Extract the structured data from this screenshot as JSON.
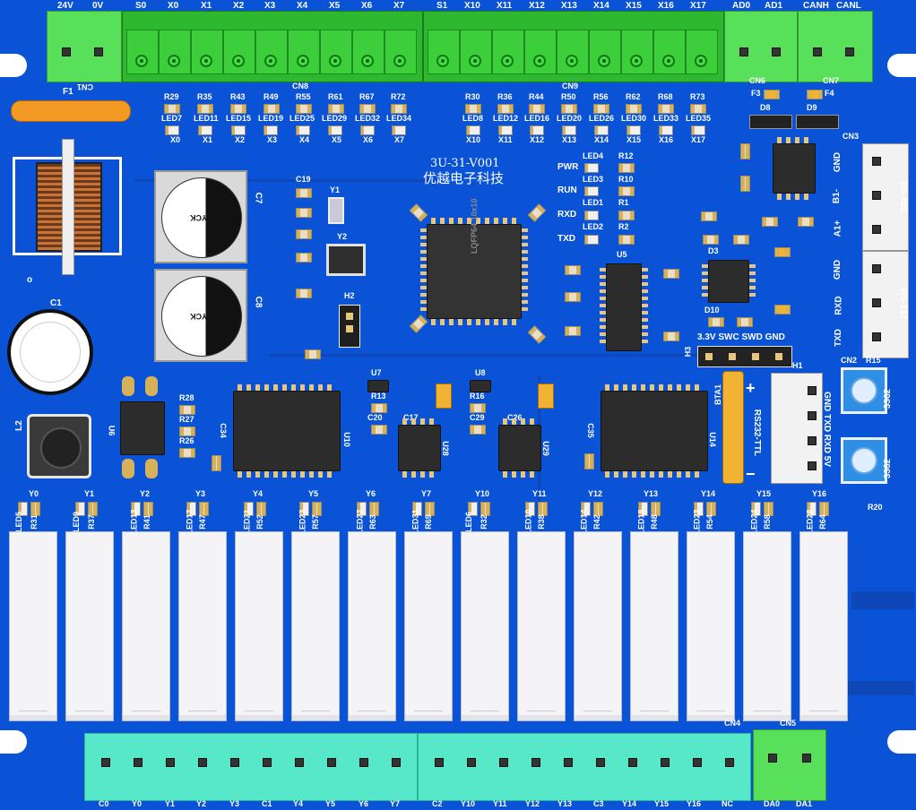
{
  "top_connectors": {
    "cn1": [
      "24V",
      "0V"
    ],
    "cn8": [
      "S0",
      "X0",
      "X1",
      "X2",
      "X3",
      "X4",
      "X5",
      "X6",
      "X7"
    ],
    "cn9": [
      "S1",
      "X10",
      "X11",
      "X12",
      "X13",
      "X14",
      "X15",
      "X16",
      "X17"
    ],
    "analog": [
      "AD0",
      "AD1"
    ],
    "can": [
      "CANH",
      "CANL"
    ],
    "cn1_label": "CN1",
    "cn8_label": "CN8",
    "cn9_label": "CN9",
    "cn6_label": "CN6",
    "cn7_label": "CN7"
  },
  "input_resistors_left": [
    "R29",
    "R35",
    "R43",
    "R49",
    "R55",
    "R61",
    "R67",
    "R72"
  ],
  "input_leds_left": [
    "LED7",
    "LED11",
    "LED15",
    "LED19",
    "LED25",
    "LED29",
    "LED32",
    "LED34"
  ],
  "input_labels_left": [
    "X0",
    "X1",
    "X2",
    "X3",
    "X4",
    "X5",
    "X6",
    "X7"
  ],
  "input_resistors_right": [
    "R30",
    "R36",
    "R44",
    "R50",
    "R56",
    "R62",
    "R68",
    "R73"
  ],
  "input_leds_right": [
    "LED8",
    "LED12",
    "LED16",
    "LED20",
    "LED26",
    "LED30",
    "LED33",
    "LED35"
  ],
  "input_labels_right": [
    "X10",
    "X11",
    "X12",
    "X13",
    "X14",
    "X15",
    "X16",
    "X17"
  ],
  "board": {
    "model": "3U-31-V001",
    "maker": "优越电子科技",
    "mcu_marking": "LQFP64 10x10",
    "fuse": "F1",
    "c1": "C1",
    "l2": "L2",
    "u6": "U6",
    "c7": "C7",
    "c8": "C8",
    "yck": "YCK",
    "c19": "C19",
    "y1": "Y1",
    "y2": "Y2",
    "h2": "H2",
    "u5": "U5",
    "u10": "U10",
    "u14": "U14",
    "u28": "U28",
    "u29": "U29",
    "d3": "D3",
    "d10": "D10",
    "bta1": "BTA1",
    "h1": "H1",
    "h3": "H3",
    "f3": "F3",
    "f4": "F4",
    "d8": "D8",
    "d9": "D9",
    "u7": "U7",
    "u8": "U8",
    "r13": "R13",
    "r16": "R16",
    "c20": "C20",
    "c29": "C29",
    "c17": "C17",
    "c26": "C26",
    "c34": "C34",
    "c35": "C35",
    "r28": "R28",
    "r27": "R27",
    "r26": "R26",
    "r15": "R15",
    "r20": "R20",
    "pot_value": "3362",
    "rs485_label": "RS-485",
    "rs232_label": "RS-232",
    "rs232_ttl_label": "RS232-TTL",
    "cn3": "CN3",
    "cn2": "CN2",
    "cn4": "CN4",
    "cn5": "CN5"
  },
  "status_leds": [
    {
      "name": "PWR",
      "led": "LED4",
      "r": "R12"
    },
    {
      "name": "RUN",
      "led": "LED3",
      "r": "R10"
    },
    {
      "name": "RXD",
      "led": "LED1",
      "r": "R1"
    },
    {
      "name": "TXD",
      "led": "LED2",
      "r": "R2"
    }
  ],
  "rs485_pins": [
    "GND",
    "B1-",
    "A1+"
  ],
  "rs232_pins": [
    "GND",
    "RXD",
    "TXD"
  ],
  "swd_header": "3.3V SWC SWD GND",
  "uart_header_pins": "GND TXD RXD 5V",
  "output_leds": [
    {
      "label": "Y0",
      "led": "LED5",
      "r": "R31"
    },
    {
      "label": "Y1",
      "led": "LED9",
      "r": "R37"
    },
    {
      "label": "Y2",
      "led": "LED13",
      "r": "R41"
    },
    {
      "label": "Y3",
      "led": "LED17",
      "r": "R47"
    },
    {
      "label": "Y4",
      "led": "LED21",
      "r": "R52"
    },
    {
      "label": "Y5",
      "led": "LED23",
      "r": "R57"
    },
    {
      "label": "Y6",
      "led": "LED27",
      "r": "R63"
    },
    {
      "label": "Y7",
      "led": "LED31",
      "r": "R69"
    },
    {
      "label": "Y10",
      "led": "LED6",
      "r": "R32"
    },
    {
      "label": "Y11",
      "led": "LED10",
      "r": "R38"
    },
    {
      "label": "Y12",
      "led": "LED14",
      "r": "R42"
    },
    {
      "label": "Y13",
      "led": "LED18",
      "r": "R48"
    },
    {
      "label": "Y14",
      "led": "LED22",
      "r": "R54"
    },
    {
      "label": "Y15",
      "led": "LED24",
      "r": "R58"
    },
    {
      "label": "Y16",
      "led": "LED28",
      "r": "R64"
    }
  ],
  "bottom_terminals_left": [
    "C0",
    "Y0",
    "Y1",
    "Y2",
    "Y3",
    "C1",
    "Y4",
    "Y5",
    "Y6",
    "Y7"
  ],
  "bottom_terminals_right": [
    "C2",
    "Y10",
    "Y11",
    "Y12",
    "Y13",
    "C3",
    "Y14",
    "Y15",
    "Y16",
    "NC"
  ],
  "bottom_analog": [
    "DA0",
    "DA1"
  ]
}
